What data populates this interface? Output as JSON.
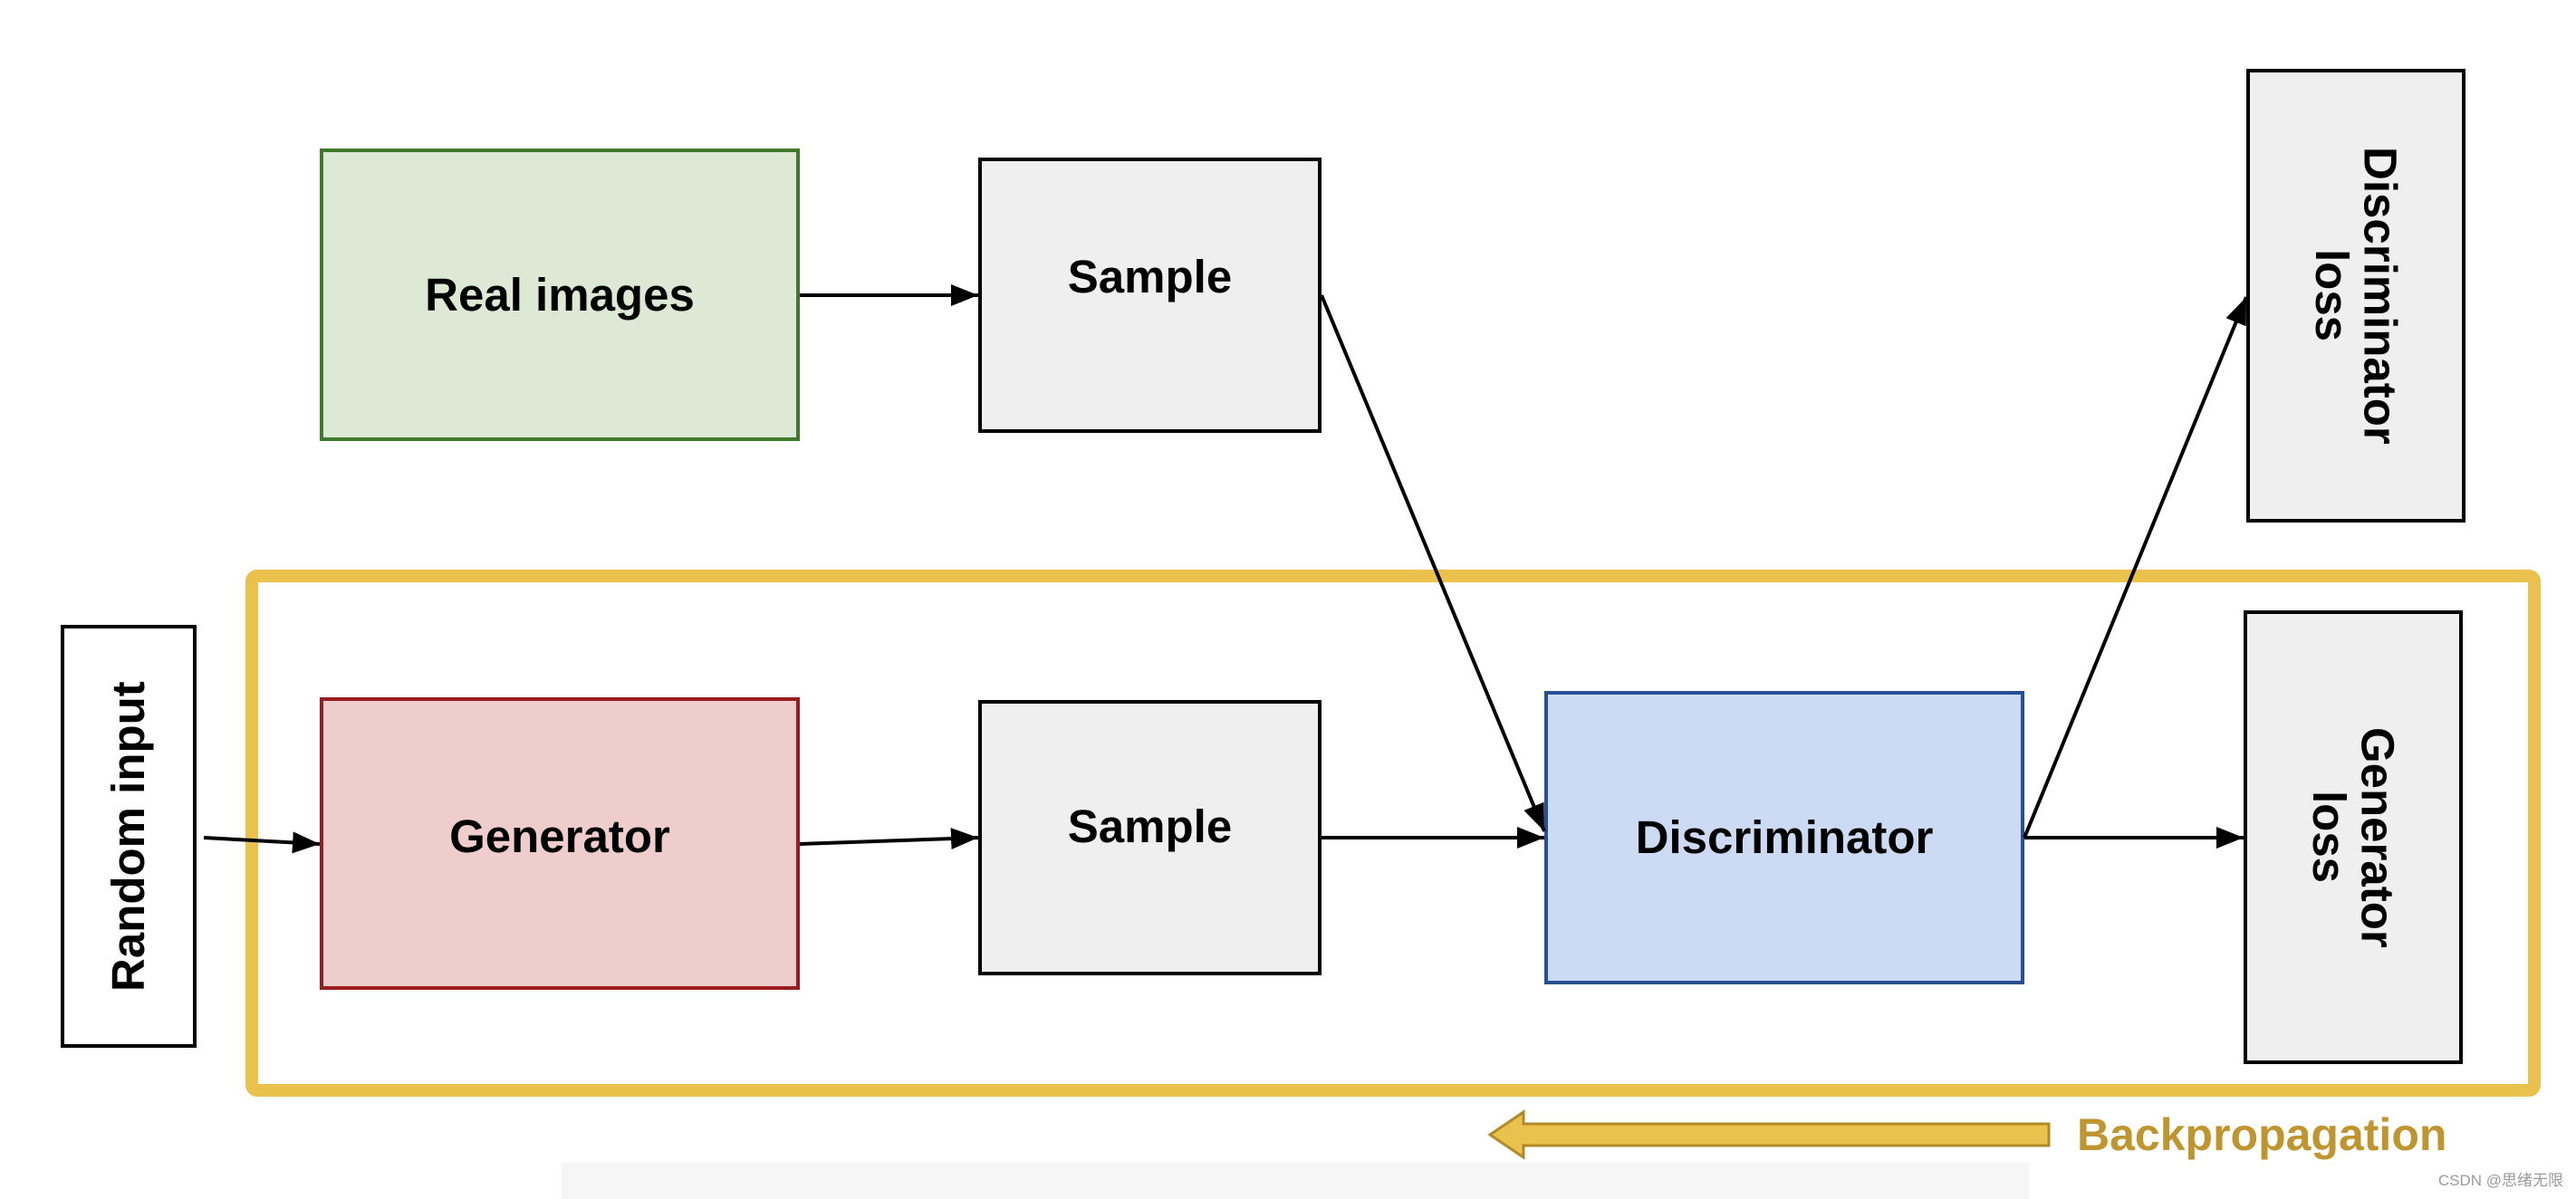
{
  "nodes": {
    "random_input": "Random input",
    "real_images": "Real images",
    "sample_top": "Sample",
    "generator": "Generator",
    "sample_bottom": "Sample",
    "discriminator": "Discriminator",
    "discriminator_loss": "Discriminator\nloss",
    "generator_loss": "Generator\nloss"
  },
  "backprop": {
    "label": "Backpropagation"
  },
  "watermark": "CSDN @思绪无限",
  "colors": {
    "real_images_fill": "#dde8d5",
    "real_images_stroke": "#3f7a2a",
    "generator_fill": "#efcdcc",
    "generator_stroke": "#9a1d1d",
    "discriminator_fill": "#cddaf4",
    "discriminator_stroke": "#274f93",
    "neutral_fill": "#efefef",
    "frame": "#e9c14c",
    "backprop_arrow": "#e9c14c",
    "backprop_text": "#bf9530"
  }
}
